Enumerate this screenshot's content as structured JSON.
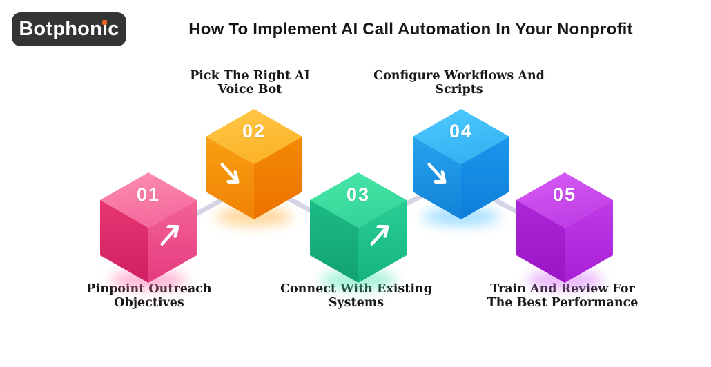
{
  "title": "How To Implement AI Call Automation In Your Nonprofit",
  "logo": {
    "text": "Botphonic",
    "part_before": "Botphon",
    "dotless_i": "ı",
    "part_after": "c",
    "background": "#343434",
    "text_color": "#ffffff",
    "dot_color": "#ea6320"
  },
  "connector_color": "#d5d5e6",
  "steps": [
    {
      "number": "01",
      "label": "Pinpoint Outreach Objectives",
      "lines": [
        "Pinpoint Outreach",
        "Objectives"
      ],
      "label_position": "below",
      "arrow_icon": "arrow-up-right-icon",
      "color_name": "pink",
      "colors": {
        "top": "#f9679c",
        "left": "#e0306e",
        "right": "#ef5590",
        "glow": "#ff6fa8"
      }
    },
    {
      "number": "02",
      "label": "Pick The Right AI Voice Bot",
      "lines": [
        "Pick The Right AI",
        "Voice Bot"
      ],
      "label_position": "above",
      "arrow_icon": "arrow-down-right-icon",
      "color_name": "orange",
      "colors": {
        "top": "#fdb319",
        "left": "#f69a0e",
        "right": "#f08202",
        "glow": "#ffb23e"
      }
    },
    {
      "number": "03",
      "label": "Connect With Existing Systems",
      "lines": [
        "Connect With Existing",
        "Systems"
      ],
      "label_position": "below",
      "arrow_icon": "arrow-up-right-icon",
      "color_name": "green",
      "colors": {
        "top": "#30d598",
        "left": "#18b07f",
        "right": "#25c78c",
        "glow": "#4fe7b0"
      }
    },
    {
      "number": "04",
      "label": "Configure Workflows And Scripts",
      "lines": [
        "Configure Workflows And",
        "Scripts"
      ],
      "label_position": "above",
      "arrow_icon": "arrow-down-right-icon",
      "color_name": "blue",
      "colors": {
        "top": "#30b2f4",
        "left": "#1f98e7",
        "right": "#148ce2",
        "glow": "#55c4ff"
      }
    },
    {
      "number": "05",
      "label": "Train And Review For The Best Performance",
      "lines": [
        "Train And Review For",
        "The Best Performance"
      ],
      "label_position": "below",
      "arrow_icon": null,
      "color_name": "purple",
      "colors": {
        "top": "#c243ea",
        "left": "#a621d3",
        "right": "#b72fe1",
        "glow": "#d56ff5"
      }
    }
  ]
}
